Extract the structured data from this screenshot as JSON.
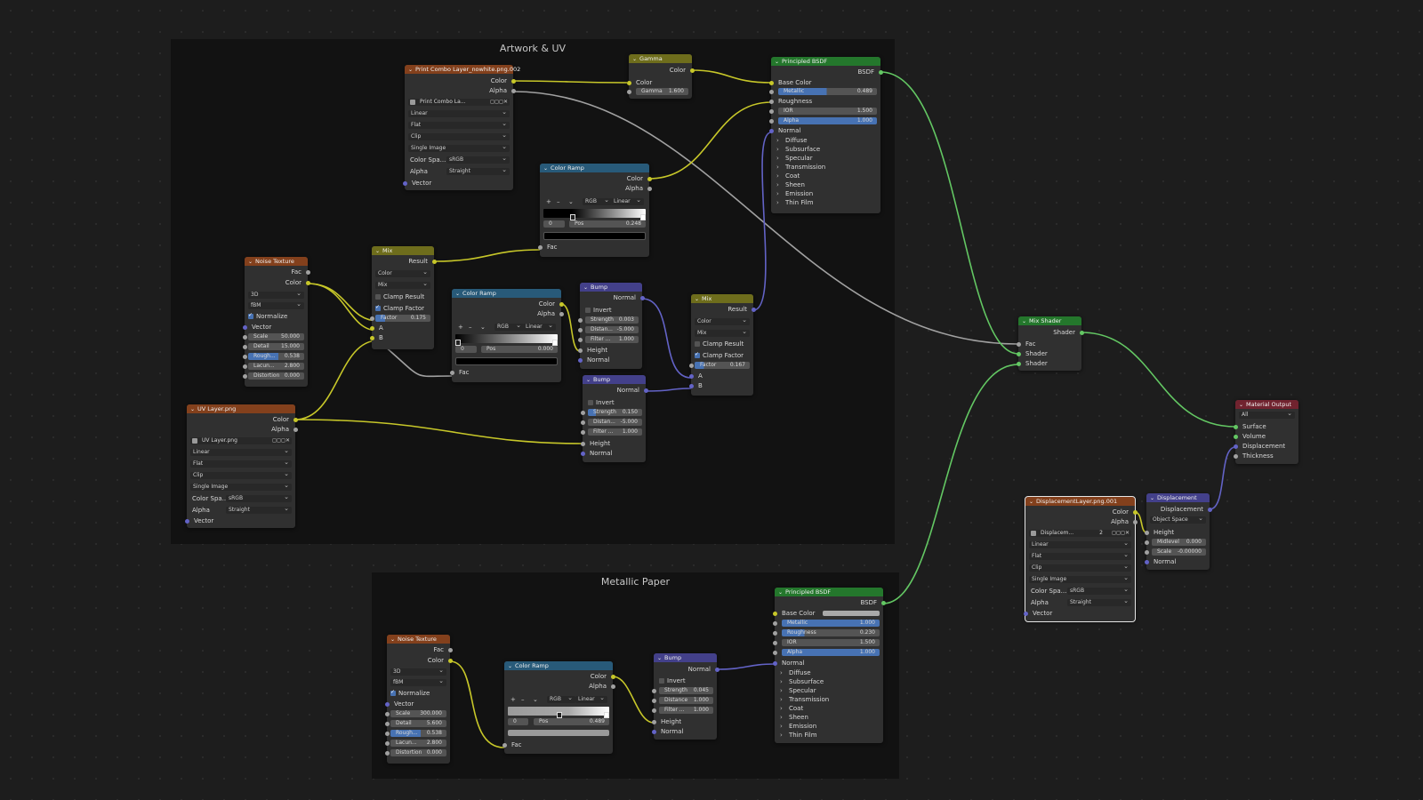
{
  "frames": {
    "artwork_label": "Artwork & UV",
    "metallic_label": "Metallic Paper"
  },
  "colors": {
    "color_socket": "#c7c729",
    "float_socket": "#a1a1a1",
    "vector_socket": "#6363c7",
    "shader_socket": "#63c763",
    "texture_header": "#83401c",
    "converter_header": "#285a79",
    "shader_header": "#24772c",
    "mix_header": "#6e6d1c",
    "vector_header": "#43408a",
    "output_header": "#71232f"
  },
  "icons": {
    "collapse": "chevron-down-icon",
    "panel": "chevron-right-icon",
    "checkbox": "check-icon",
    "image": "image-icon"
  },
  "img_print": {
    "title": "Print Combo Layer_nowhite.png.002",
    "out_color": "Color",
    "out_alpha": "Alpha",
    "image_name": "Print Combo La...",
    "interp": "Linear",
    "proj": "Flat",
    "ext": "Clip",
    "source": "Single Image",
    "cs_label": "Color Spa...",
    "cs_value": "sRGB",
    "alpha_label": "Alpha",
    "alpha_value": "Straight",
    "in_vector": "Vector"
  },
  "gamma": {
    "title": "Gamma",
    "out_color": "Color",
    "in_color": "Color",
    "field_label": "Gamma",
    "field_value": "1.600"
  },
  "bsdf1": {
    "title": "Principled BSDF",
    "out_bsdf": "BSDF",
    "base_color": "Base Color",
    "metallic_label": "Metallic",
    "metallic_value": "0.489",
    "metallic_fill": 0.489,
    "roughness": "Roughness",
    "ior_label": "IOR",
    "ior_value": "1.500",
    "alpha_label": "Alpha",
    "alpha_value": "1.000",
    "normal": "Normal",
    "panels": [
      "Diffuse",
      "Subsurface",
      "Specular",
      "Transmission",
      "Coat",
      "Sheen",
      "Emission",
      "Thin Film"
    ]
  },
  "ramp1": {
    "title": "Color Ramp",
    "out_color": "Color",
    "out_alpha": "Alpha",
    "mode": "RGB",
    "interp": "Linear",
    "index": "0",
    "pos_label": "Pos",
    "pos_value": "0.248",
    "in_fac": "Fac"
  },
  "noise1": {
    "title": "Noise Texture",
    "out_fac": "Fac",
    "out_color": "Color",
    "dim": "3D",
    "type": "fBM",
    "normalize": "Normalize",
    "in_vector": "Vector",
    "scale_label": "Scale",
    "scale_value": "50.000",
    "detail_label": "Detail",
    "detail_value": "15.000",
    "rough_label": "Rough...",
    "rough_value": "0.538",
    "lacun_label": "Lacun...",
    "lacun_value": "2.800",
    "dist_label": "Distortion",
    "dist_value": "0.000"
  },
  "mix1": {
    "title": "Mix",
    "out_result": "Result",
    "dtype": "Color",
    "blend": "Mix",
    "clamp_result": "Clamp Result",
    "clamp_factor": "Clamp Factor",
    "factor_label": "Factor",
    "factor_value": "0.175",
    "in_a": "A",
    "in_b": "B"
  },
  "ramp2": {
    "title": "Color Ramp",
    "out_color": "Color",
    "out_alpha": "Alpha",
    "mode": "RGB",
    "interp": "Linear",
    "index": "0",
    "pos_label": "Pos",
    "pos_value": "0.000",
    "in_fac": "Fac"
  },
  "bump1": {
    "title": "Bump",
    "out_normal": "Normal",
    "invert": "Invert",
    "strength_label": "Strength",
    "strength_value": "0.003",
    "dist_label": "Distan...",
    "dist_value": "-5.000",
    "filter_label": "Filter ...",
    "filter_value": "1.000",
    "in_height": "Height",
    "in_normal": "Normal"
  },
  "bump2": {
    "title": "Bump",
    "out_normal": "Normal",
    "invert": "Invert",
    "strength_label": "Strength",
    "strength_value": "0.150",
    "dist_label": "Distan...",
    "dist_value": "-5.000",
    "filter_label": "Filter ...",
    "filter_value": "1.000",
    "in_height": "Height",
    "in_normal": "Normal"
  },
  "mix2": {
    "title": "Mix",
    "out_result": "Result",
    "dtype": "Color",
    "blend": "Mix",
    "clamp_result": "Clamp Result",
    "clamp_factor": "Clamp Factor",
    "factor_label": "Factor",
    "factor_value": "0.167",
    "in_a": "A",
    "in_b": "B"
  },
  "uv": {
    "title": "UV Layer.png",
    "out_color": "Color",
    "out_alpha": "Alpha",
    "image_name": "UV Layer.png",
    "interp": "Linear",
    "proj": "Flat",
    "ext": "Clip",
    "source": "Single Image",
    "cs_label": "Color Spa...",
    "cs_value": "sRGB",
    "alpha_label": "Alpha",
    "alpha_value": "Straight",
    "in_vector": "Vector"
  },
  "mixshader": {
    "title": "Mix Shader",
    "out_shader": "Shader",
    "in_fac": "Fac",
    "in_shader1": "Shader",
    "in_shader2": "Shader"
  },
  "matout": {
    "title": "Material Output",
    "target": "All",
    "surface": "Surface",
    "volume": "Volume",
    "displacement": "Displacement",
    "thickness": "Thickness"
  },
  "imgdisp": {
    "title": "DisplacementLayer.png.001",
    "out_color": "Color",
    "out_alpha": "Alpha",
    "image_name": "Displacem...",
    "users": "2",
    "interp": "Linear",
    "proj": "Flat",
    "ext": "Clip",
    "source": "Single Image",
    "cs_label": "Color Spa...",
    "cs_value": "sRGB",
    "alpha_label": "Alpha",
    "alpha_value": "Straight",
    "in_vector": "Vector"
  },
  "disp": {
    "title": "Displacement",
    "out_disp": "Displacement",
    "space": "Object Space",
    "in_height": "Height",
    "mid_label": "Midlevel",
    "mid_value": "0.000",
    "scale_label": "Scale",
    "scale_value": "-0.00000",
    "in_normal": "Normal"
  },
  "noise2": {
    "title": "Noise Texture",
    "out_fac": "Fac",
    "out_color": "Color",
    "dim": "3D",
    "type": "fBM",
    "normalize": "Normalize",
    "in_vector": "Vector",
    "scale_label": "Scale",
    "scale_value": "300.000",
    "detail_label": "Detail",
    "detail_value": "5.600",
    "rough_label": "Rough...",
    "rough_value": "0.538",
    "lacun_label": "Lacun...",
    "lacun_value": "2.800",
    "dist_label": "Distortion",
    "dist_value": "0.000"
  },
  "ramp3": {
    "title": "Color Ramp",
    "out_color": "Color",
    "out_alpha": "Alpha",
    "mode": "RGB",
    "interp": "Linear",
    "index": "0",
    "pos_label": "Pos",
    "pos_value": "0.489",
    "in_fac": "Fac"
  },
  "bump3": {
    "title": "Bump",
    "out_normal": "Normal",
    "invert": "Invert",
    "strength_label": "Strength",
    "strength_value": "0.045",
    "dist_label": "Distance",
    "dist_value": "1.000",
    "filter_label": "Filter ...",
    "filter_value": "1.000",
    "in_height": "Height",
    "in_normal": "Normal"
  },
  "bsdf2": {
    "title": "Principled BSDF",
    "out_bsdf": "BSDF",
    "base_color": "Base Color",
    "metallic_label": "Metallic",
    "metallic_value": "1.000",
    "rough_label": "Roughness",
    "rough_value": "0.230",
    "rough_fill": 0.23,
    "ior_label": "IOR",
    "ior_value": "1.500",
    "alpha_label": "Alpha",
    "alpha_value": "1.000",
    "normal": "Normal",
    "panels": [
      "Diffuse",
      "Subsurface",
      "Specular",
      "Transmission",
      "Coat",
      "Sheen",
      "Emission",
      "Thin Film"
    ]
  }
}
